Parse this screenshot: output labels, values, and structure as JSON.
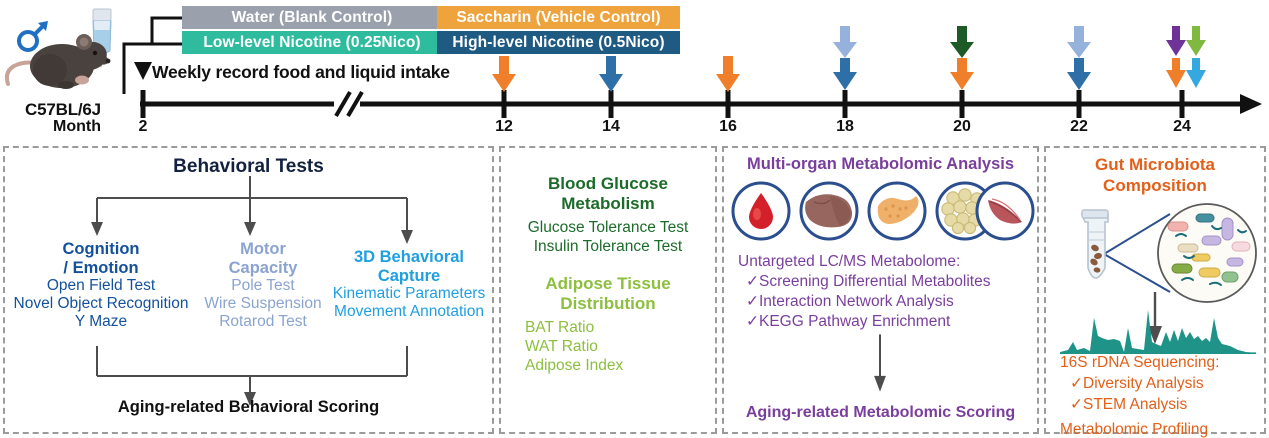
{
  "figure": {
    "animal": {
      "strain_label": "C57BL/6J",
      "sex_symbol": "male",
      "axis_label": "Month"
    },
    "legend": [
      {
        "id": "water",
        "label": "Water (Blank Control)",
        "color": "#9aa0ac"
      },
      {
        "id": "lownic",
        "label": "Low-level Nicotine (0.25Nico)",
        "color": "#2fbc9e"
      },
      {
        "id": "saccharin",
        "label": "Saccharin (Vehicle Control)",
        "color": "#eea33c"
      },
      {
        "id": "highnic",
        "label": "High-level Nicotine (0.5Nico)",
        "color": "#1e5a82"
      }
    ],
    "weekly_note": "Weekly record food and liquid intake",
    "timeline": {
      "ticks": [
        "2",
        "12",
        "14",
        "16",
        "18",
        "20",
        "22",
        "24"
      ],
      "axis_break": true,
      "events": [
        {
          "month": "2",
          "arrows": []
        },
        {
          "month": "12",
          "arrows": [
            {
              "color": "#ef7f2b"
            }
          ]
        },
        {
          "month": "14",
          "arrows": [
            {
              "color": "#2f6fa8"
            }
          ]
        },
        {
          "month": "16",
          "arrows": [
            {
              "color": "#ef7f2b"
            }
          ]
        },
        {
          "month": "18",
          "arrows": [
            {
              "color": "#95b1dc"
            },
            {
              "color": "#2f6fa8"
            }
          ]
        },
        {
          "month": "20",
          "arrows": [
            {
              "color": "#1d5a27"
            },
            {
              "color": "#ef7f2b"
            }
          ]
        },
        {
          "month": "22",
          "arrows": [
            {
              "color": "#95b1dc"
            },
            {
              "color": "#2f6fa8"
            }
          ]
        },
        {
          "month": "24",
          "arrows": [
            {
              "color": "#6f3296"
            },
            {
              "color": "#7fb93f"
            },
            {
              "color": "#ef7f2b"
            },
            {
              "color": "#35a8e0"
            }
          ]
        }
      ]
    },
    "panels": {
      "behavior": {
        "title": "Behavioral Tests",
        "columns": [
          {
            "heading": "Cognition\n/ Emotion",
            "heading_line1": "Cognition",
            "heading_line2": "/ Emotion",
            "color": "#14519c",
            "items": [
              "Open Field Test",
              "Novel Object Recognition",
              "Y Maze"
            ]
          },
          {
            "heading_line1": "Motor",
            "heading_line2": "Capacity",
            "color": "#8ba3d0",
            "items": [
              "Pole Test",
              "Wire Suspension",
              "Rotarod Test"
            ]
          },
          {
            "heading_line1": "3D Behavioral",
            "heading_line2": "Capture",
            "color": "#1f9fe0",
            "items": [
              "Kinematic Parameters",
              "Movement Annotation"
            ]
          }
        ],
        "outcome": "Aging-related Behavioral Scoring"
      },
      "metabolic": {
        "blood_glucose": {
          "heading_line1": "Blood Glucose",
          "heading_line2": "Metabolism",
          "color": "#1d6b2a",
          "items": [
            "Glucose Tolerance Test",
            "Insulin Tolerance Test"
          ]
        },
        "adipose": {
          "heading_line1": "Adipose Tissue",
          "heading_line2": "Distribution",
          "color": "#8cbf3f",
          "items": [
            "BAT Ratio",
            "WAT Ratio",
            "Adipose Index"
          ]
        }
      },
      "omics": {
        "title": "Multi-organ Metabolomic Analysis",
        "color": "#7a3f9d",
        "organs": [
          "blood-drop-icon",
          "liver-icon",
          "pancreas-icon",
          "adipose-icon",
          "muscle-icon"
        ],
        "body_header": "Untargeted LC/MS Metabolome:",
        "checklist": [
          "Screening Differential Metabolites",
          "Interaction Network Analysis",
          "KEGG Pathway Enrichment"
        ],
        "outcome": "Aging-related Metabolomic Scoring"
      },
      "microbiota": {
        "title_line1": "Gut Microbiota",
        "title_line2": "Composition",
        "color": "#e2601a",
        "body_header": "16S rDNA Sequencing:",
        "checklist": [
          "Diversity Analysis",
          "STEM Analysis"
        ],
        "footer": "Metabolomic Profiling"
      }
    }
  }
}
